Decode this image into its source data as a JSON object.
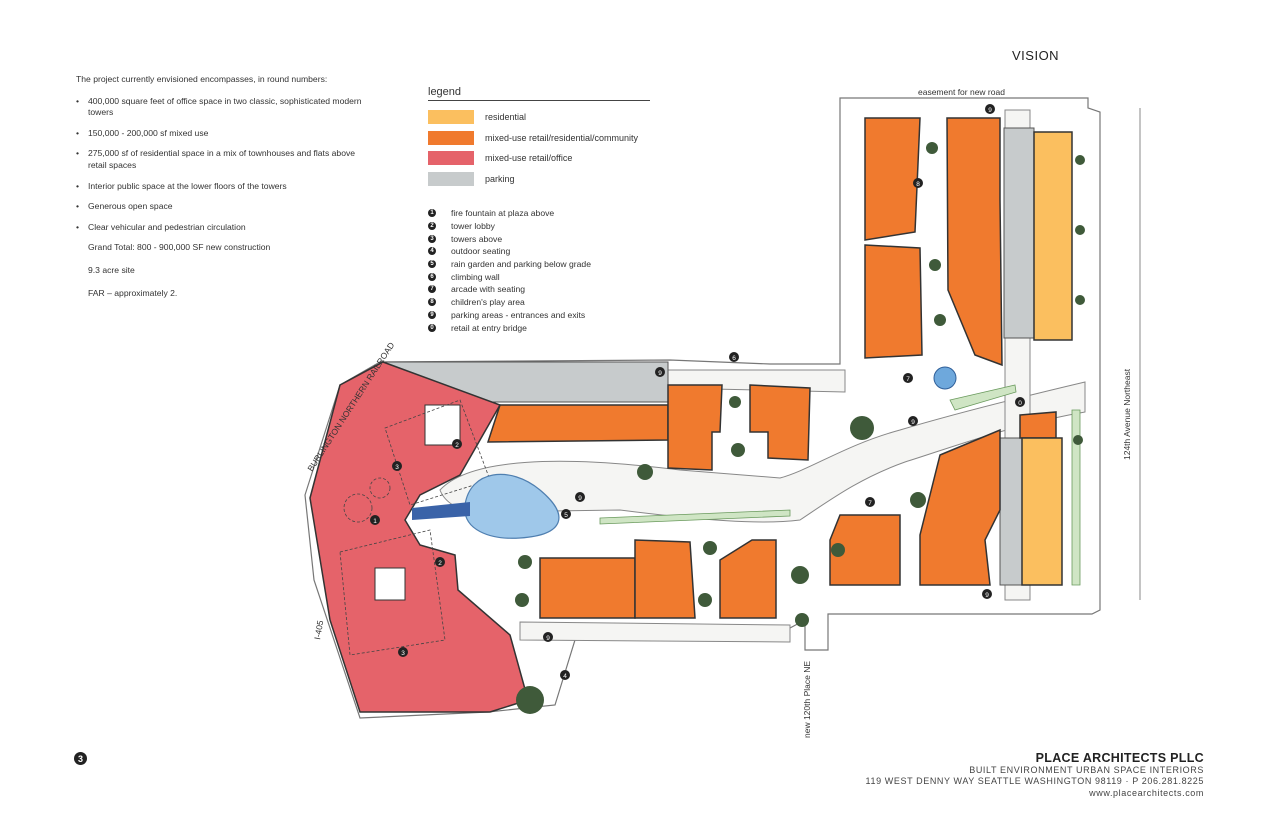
{
  "heading": "VISION",
  "intro": {
    "lead": "The project currently envisioned encompasses, in round numbers:",
    "bullets": [
      "400,000 square feet of office space in two classic, sophisticated modern towers",
      "150,000 - 200,000 sf mixed use",
      "275,000 sf of residential space in a mix of townhouses and flats above retail spaces",
      "Interior public space at the lower floors of the towers",
      "Generous open space",
      "Clear vehicular and pedestrian circulation"
    ],
    "totals": [
      "Grand Total: 800 - 900,000 SF new construction",
      "9.3 acre site",
      "FAR – approximately 2."
    ]
  },
  "legend": {
    "title": "legend",
    "items": [
      {
        "label": "residential",
        "color": "#fbbf5f"
      },
      {
        "label": "mixed-use retail/residential/community",
        "color": "#f07a2e"
      },
      {
        "label": "mixed-use retail/office",
        "color": "#e5636a"
      },
      {
        "label": "parking",
        "color": "#c7cbcc"
      }
    ]
  },
  "key": [
    {
      "num": "1",
      "label": "fire fountain at plaza above"
    },
    {
      "num": "2",
      "label": "tower lobby"
    },
    {
      "num": "3",
      "label": "towers above"
    },
    {
      "num": "4",
      "label": "outdoor seating"
    },
    {
      "num": "5",
      "label": "rain garden and parking below grade"
    },
    {
      "num": "6",
      "label": "climbing wall"
    },
    {
      "num": "7",
      "label": "arcade with seating"
    },
    {
      "num": "8",
      "label": "children's play area"
    },
    {
      "num": "9",
      "label": "parking areas - entrances and exits"
    },
    {
      "num": "0",
      "label": "retail at entry bridge"
    }
  ],
  "map": {
    "easement": "easement for new road",
    "railroad": "BURLINGTON NORTHERN RAILROAD",
    "freeway": "I-405",
    "street_west": "new 120th Place NE",
    "street_east": "124th Avenue Northeast"
  },
  "page_number": "3",
  "firm": {
    "name": "PLACE ARCHITECTS PLLC",
    "tagline": "BUILT ENVIRONMENT  URBAN SPACE  INTERIORS",
    "address": "119 WEST DENNY WAY SEATTLE WASHINGTON 98119 · P 206.281.8225",
    "web": "www.placearchitects.com"
  }
}
